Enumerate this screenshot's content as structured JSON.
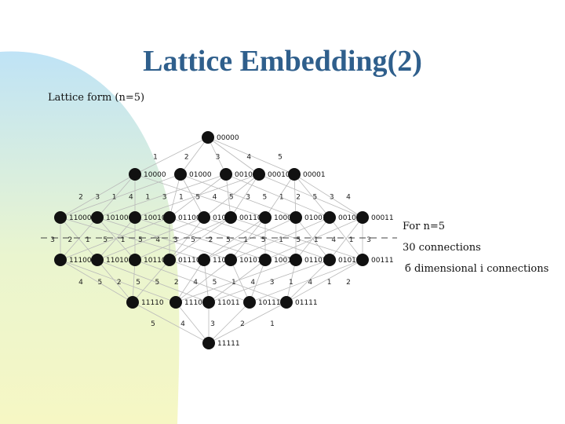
{
  "slide": {
    "title": "Lattice Embedding(2)",
    "subtitle": "Lattice form (n=5)",
    "notes": [
      "For n=5",
      "30 connections",
      "б dimensional i connections"
    ]
  },
  "lattice": {
    "levels": [
      [
        "00000"
      ],
      [
        "10000",
        "01000",
        "00100",
        "00010",
        "00001"
      ],
      [
        "11000",
        "10100",
        "10010",
        "01100",
        "01010",
        "00110",
        "10001",
        "01001",
        "00101",
        "00011"
      ],
      [
        "11100",
        "11010",
        "10110",
        "01110",
        "11001",
        "10101",
        "10011",
        "01101",
        "01011",
        "00111"
      ],
      [
        "11110",
        "11101",
        "11011",
        "10111",
        "01111"
      ],
      [
        "11111"
      ]
    ],
    "gap_labels": [
      [
        "1",
        "2",
        "3",
        "4",
        "5"
      ],
      [
        "2",
        "3",
        "1",
        "4",
        "1",
        "3",
        "1",
        "5",
        "4",
        "5",
        "3",
        "5",
        "1",
        "2",
        "5",
        "3",
        "4"
      ],
      [
        "3",
        "2",
        "1",
        "5",
        "1",
        "5",
        "4",
        "3",
        "5",
        "2",
        "5",
        "1",
        "5",
        "1",
        "5",
        "1",
        "4",
        "1",
        "3"
      ],
      [
        "4",
        "5",
        "2",
        "5",
        "5",
        "2",
        "4",
        "5",
        "1",
        "4",
        "3",
        "1",
        "4",
        "1",
        "2"
      ],
      [
        "5",
        "4",
        "3",
        "2",
        "1"
      ]
    ],
    "colors": {
      "node": "#111111",
      "edge": "#b9b9b9",
      "label": "#222222"
    }
  }
}
